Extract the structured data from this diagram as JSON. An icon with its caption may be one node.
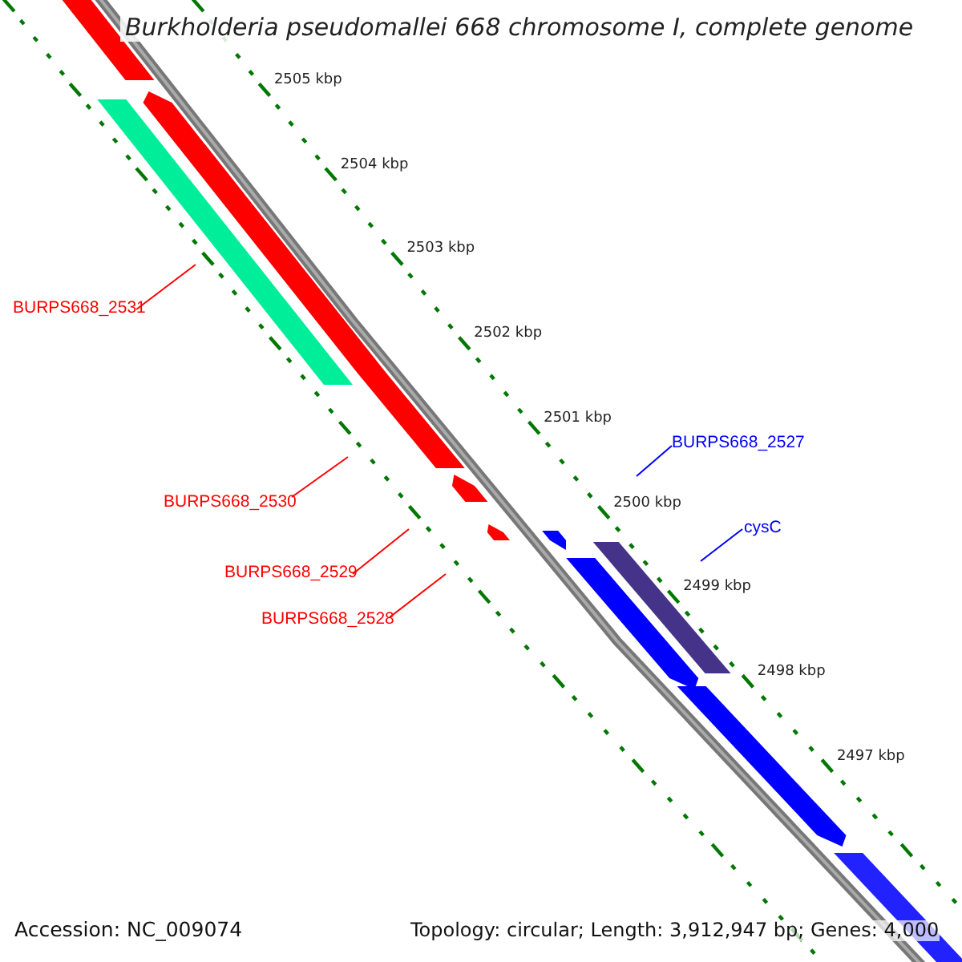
{
  "diagram": {
    "title": "Burkholderia pseudomallei 668 chromosome I, complete genome",
    "nodes": [
      {
        "text": [
          "BURPS668_2531"
        ]
      },
      {
        "text": [
          "BURPS668_2530"
        ]
      },
      {
        "text": [
          "BURPS668_2529"
        ]
      },
      {
        "text": [
          "BURPS668_2528"
        ]
      },
      {
        "text": [
          "BURPS668_2527"
        ]
      },
      {
        "text": [
          "cysC"
        ]
      }
    ],
    "edges": [
      {
        "from": 0,
        "to": null,
        "arrow": "none"
      },
      {
        "from": 1,
        "to": null,
        "arrow": "none"
      },
      {
        "from": 2,
        "to": null,
        "arrow": "none"
      },
      {
        "from": 3,
        "to": null,
        "arrow": "none"
      },
      {
        "from": 4,
        "to": null,
        "arrow": "none",
        "color": "#0000ff"
      },
      {
        "from": 5,
        "to": null,
        "arrow": "none",
        "color": "#0000ff"
      }
    ],
    "labels": [
      "2505 kbp",
      "2504 kbp",
      "2503 kbp",
      "2502 kbp",
      "2501 kbp",
      "2500 kbp",
      "2499 kbp",
      "2498 kbp",
      "2497 kbp",
      "Accession: NC_009074",
      "Topology: circular; Length: 3,912,947 bp; Genes: 4,000"
    ]
  }
}
